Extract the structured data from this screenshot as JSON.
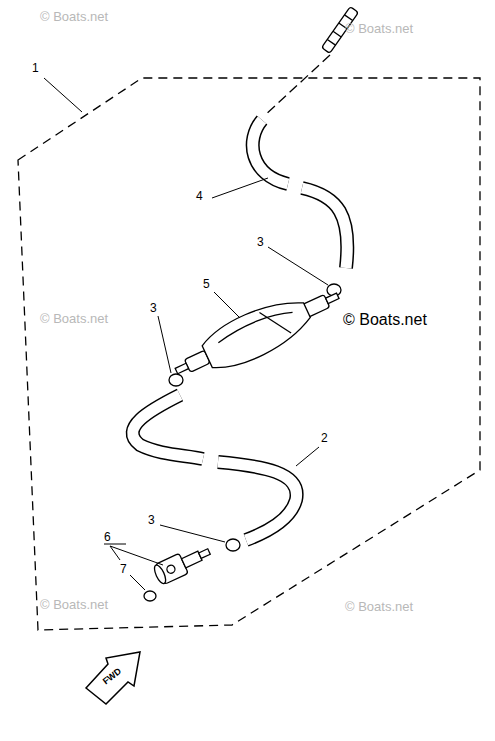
{
  "diagram": {
    "labels": [
      "© Boats.net",
      "© Boats.net",
      "1",
      "4",
      "3",
      "5",
      "© Boats.net",
      "3",
      "© Boats.net",
      "2",
      "3",
      "6",
      "7",
      "© Boats.net",
      "© Boats.net",
      "FWD"
    ]
  }
}
